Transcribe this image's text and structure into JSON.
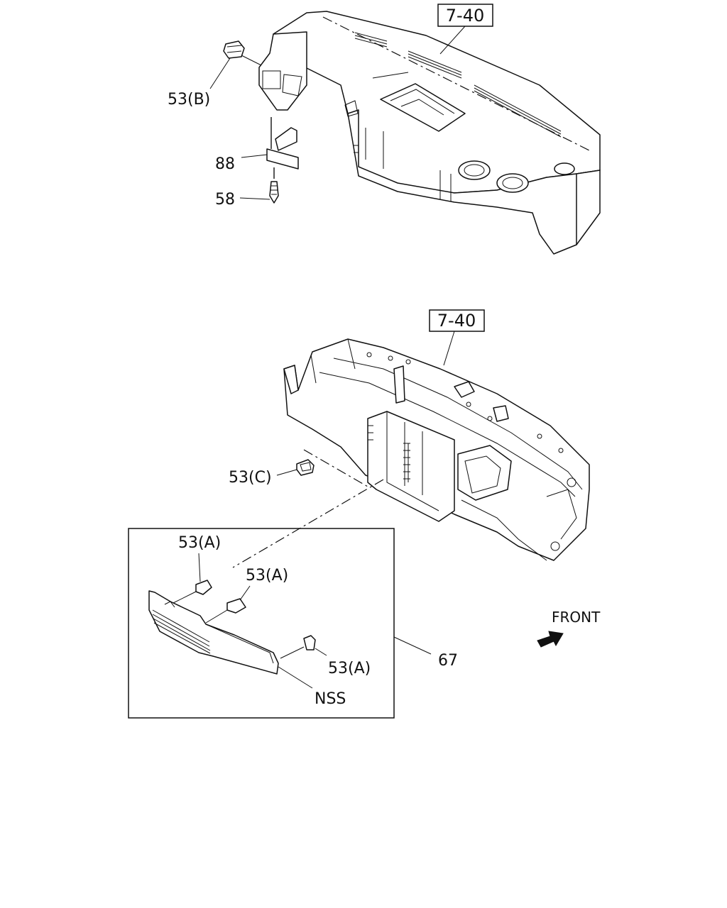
{
  "labels": {
    "ref_top": "7-40",
    "ref_bottom": "7-40",
    "clip_b": "53(B)",
    "bracket": "88",
    "screw": "58",
    "clip_c": "53(C)",
    "clip_a_1": "53(A)",
    "clip_a_2": "53(A)",
    "clip_a_3": "53(A)",
    "assembly": "67",
    "nss": "NSS",
    "front": "FRONT"
  }
}
